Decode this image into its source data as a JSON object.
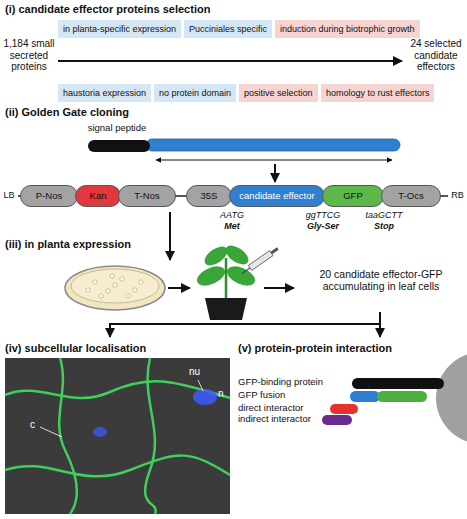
{
  "diagram": {
    "nodes": [
      {
        "text": [
          "in planta-specific expression"
        ]
      },
      {
        "text": [
          "Pucciniales specific"
        ]
      },
      {
        "text": [
          "induction during biotrophic growth"
        ]
      },
      {
        "text": [
          "haustoria expression"
        ]
      },
      {
        "text": [
          "no protein domain"
        ]
      },
      {
        "text": [
          "positive selection"
        ]
      },
      {
        "text": [
          "homology to rust effectors"
        ]
      },
      {
        "text": [
          "signal peptide"
        ]
      },
      {
        "text": [
          "P-Nos"
        ]
      },
      {
        "text": [
          "Kan"
        ]
      },
      {
        "text": [
          "T-Nos"
        ]
      },
      {
        "text": [
          "35S"
        ]
      },
      {
        "text": [
          "candidate effector"
        ]
      },
      {
        "text": [
          "GFP"
        ]
      },
      {
        "text": [
          "T-Ocs"
        ]
      }
    ],
    "labels": [
      "(i) candidate effector proteins selection",
      "1,184 small secreted proteins",
      "24 selected candidate effectors",
      "(ii) Golden Gate cloning",
      "LB",
      "RB",
      "AATG",
      "Met",
      "ggTTCG",
      "Gly-Ser",
      "taaGCTT",
      "Stop",
      "(iii) in planta expression",
      "20 candidate effector-GFP accumulating in leaf cells",
      "(iv) subcellular localisation",
      "c",
      "nu",
      "n",
      "(v) protein-protein interaction",
      "GFP-binding protein",
      "GFP fusion",
      "direct interactor",
      "indirect interactor"
    ]
  }
}
